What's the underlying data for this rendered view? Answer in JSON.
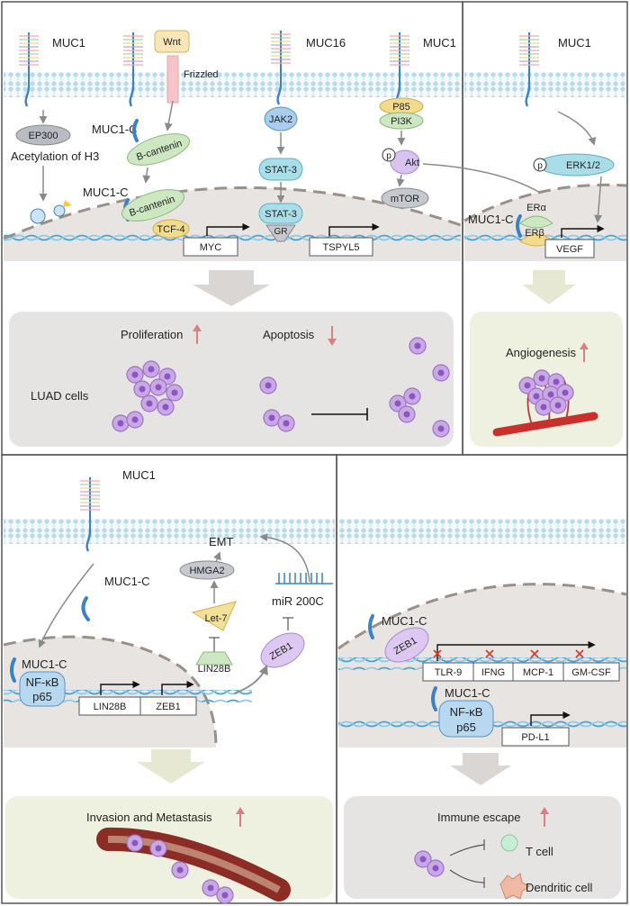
{
  "panel_a": {
    "muc1_left": "MUC1",
    "wnt": "Wnt",
    "frizzled": "Frizzled",
    "muc16": "MUC16",
    "muc1_right": "MUC1",
    "ep300": "EP300",
    "acetylation": "Acetylation of H3",
    "muc1c_top": "MUC1-C",
    "bcatenin_top": "B-cantenin",
    "muc1c_nuc": "MUC1-C",
    "bcatenin_nuc": "B-cantenin",
    "tcf4": "TCF-4",
    "myc": "MYC",
    "jak2": "JAK2",
    "stat3": "STAT-3",
    "stat3_nuc": "STAT-3",
    "gr": "GR",
    "tspyl5": "TSPYL5",
    "p85": "P85",
    "pi3k": "PI3K",
    "p_akt": "p",
    "akt": "Akt",
    "mtor": "mTOR",
    "proliferation": "Proliferation",
    "apoptosis": "Apoptosis",
    "luad": "LUAD cells"
  },
  "panel_b": {
    "muc1": "MUC1",
    "p": "p",
    "erk": "ERK1/2",
    "muc1c": "MUC1-C",
    "er_alpha": "ERα",
    "er_beta": "ERβ",
    "vegf": "VEGF",
    "angiogenesis": "Angiogenesis"
  },
  "panel_c": {
    "muc1": "MUC1",
    "emt": "EMT",
    "hmga2": "HMGA2",
    "muc1c_free": "MUC1-C",
    "let7": "Let-7",
    "mir200c": "miR 200C",
    "lin28b_prot": "LIN28B",
    "zeb1_prot": "ZEB1",
    "muc1c_nuc": "MUC1-C",
    "nfkb": "NF-κB",
    "p65": "p65",
    "lin28b_gene": "LIN28B",
    "zeb1_gene": "ZEB1",
    "invasion": "Invasion and Metastasis"
  },
  "panel_d": {
    "muc1c_top": "MUC1-C",
    "zeb1": "ZEB1",
    "tlr9": "TLR-9",
    "ifng": "IFNG",
    "mcp1": "MCP-1",
    "gmcsf": "GM-CSF",
    "muc1c_bottom": "MUC1-C",
    "nfkb": "NF-κB",
    "p65": "p65",
    "pdl1": "PD-L1",
    "immune_escape": "Immune escape",
    "tcell": "T cell",
    "dendritic": "Dendritic cell"
  }
}
